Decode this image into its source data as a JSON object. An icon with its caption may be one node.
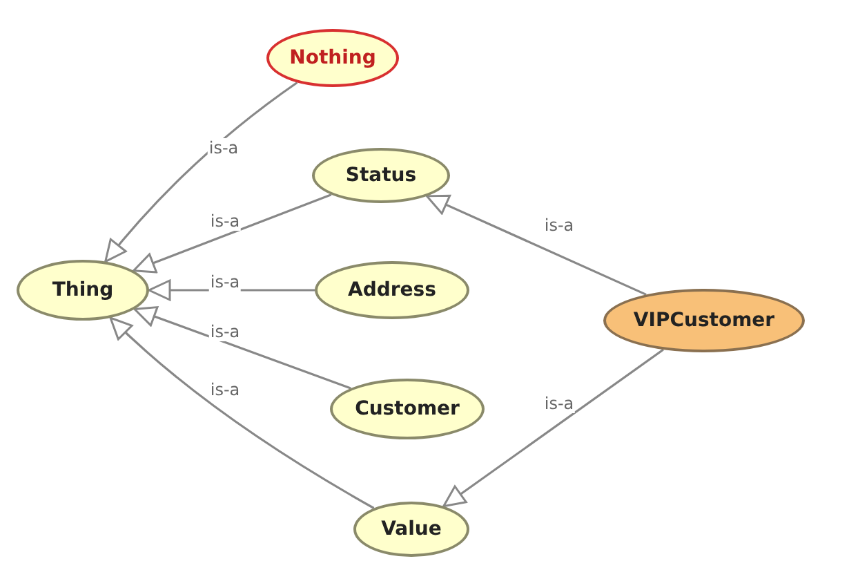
{
  "diagram": {
    "nodes": [
      {
        "text": [
          "Nothing"
        ]
      },
      {
        "text": [
          "Status"
        ]
      },
      {
        "text": [
          "Thing"
        ]
      },
      {
        "text": [
          "Address"
        ]
      },
      {
        "text": [
          "VIPCustomer"
        ]
      },
      {
        "text": [
          "Customer"
        ]
      },
      {
        "text": [
          "Value"
        ]
      }
    ],
    "edges": [
      {
        "from": 0,
        "to": 2,
        "arrow": "to",
        "label": "is-a"
      },
      {
        "from": 1,
        "to": 2,
        "arrow": "to",
        "label": "is-a"
      },
      {
        "from": 3,
        "to": 2,
        "arrow": "to",
        "label": "is-a"
      },
      {
        "from": 5,
        "to": 2,
        "arrow": "to",
        "label": "is-a"
      },
      {
        "from": 6,
        "to": 2,
        "arrow": "to",
        "label": "is-a"
      },
      {
        "from": 4,
        "to": 1,
        "arrow": "to",
        "label": "is-a"
      },
      {
        "from": 4,
        "to": 6,
        "arrow": "to",
        "label": "is-a"
      }
    ]
  }
}
